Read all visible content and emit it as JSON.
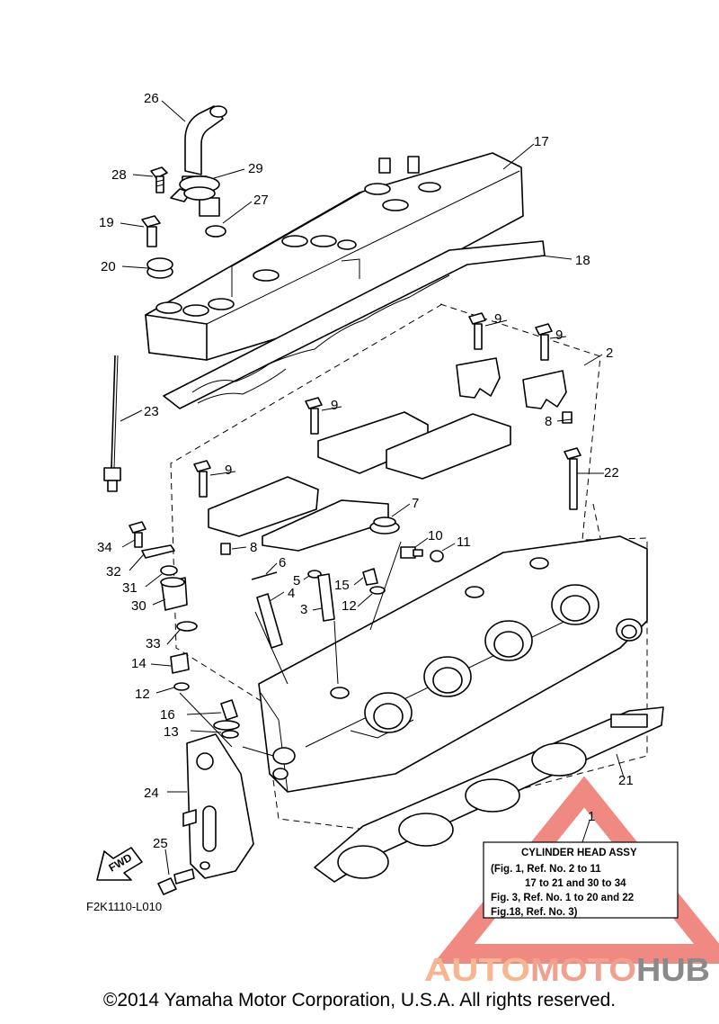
{
  "callouts": [
    "26",
    "17",
    "28",
    "29",
    "27",
    "19",
    "20",
    "18",
    "9",
    "9",
    "2",
    "23",
    "9",
    "8",
    "9",
    "22",
    "7",
    "10",
    "11",
    "8",
    "34",
    "32",
    "6",
    "5",
    "15",
    "31",
    "4",
    "12",
    "3",
    "30",
    "33",
    "14",
    "12",
    "16",
    "13",
    "21",
    "24",
    "1",
    "25"
  ],
  "assy_box": {
    "title": "CYLINDER HEAD ASSY",
    "lines": [
      "(Fig. 1, Ref. No. 2 to 11",
      "17 to 21 and 30 to 34",
      "Fig. 3, Ref. No. 1 to 20 and 22",
      "Fig.18, Ref. No. 3)"
    ]
  },
  "fwd_label": "FWD",
  "diagram_code": "F2K1110-L010",
  "watermark": {
    "part1": "AUTO",
    "part2": "MOTO",
    "part3": "HUB"
  },
  "copyright": "©2014 Yamaha Motor Corporation, U.S.A. All rights reserved.",
  "colors": {
    "watermark_triangle": "#e8473a",
    "watermark_orange": "#f7b690",
    "watermark_gray": "#8a8a8a"
  },
  "icons": [
    "fwd-arrow-icon",
    "watermark-triangle-logo"
  ]
}
